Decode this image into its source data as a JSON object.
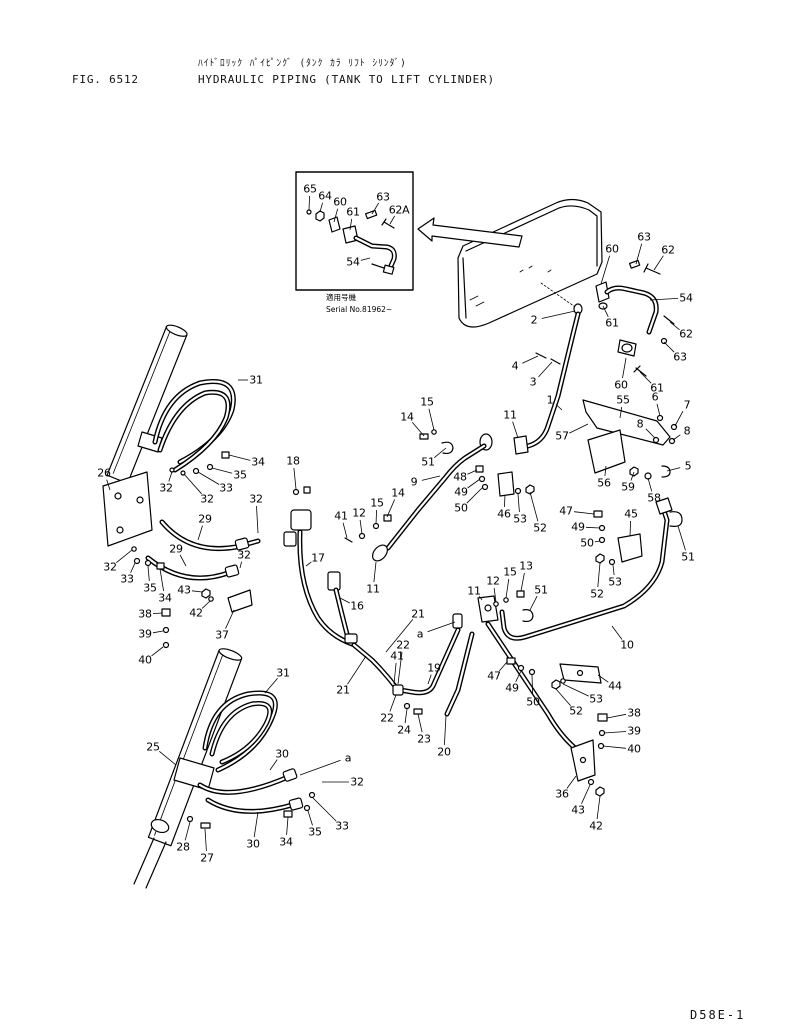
{
  "figure": {
    "title_jp": "ﾊｲﾄﾞﾛﾘｯｸ ﾊﾟｲﾋﾟﾝｸﾞ (ﾀﾝｸ ｶﾗ ﾘﾌﾄ ｼﾘﾝﾀﾞ)",
    "number": "FIG. 6512",
    "title_en": "HYDRAULIC PIPING (TANK TO LIFT CYLINDER)"
  },
  "inset": {
    "applicable_label": "適用号機",
    "serial": "Serial No.81962~"
  },
  "page_code": "D58E-1",
  "callouts": [
    "65",
    "64",
    "60",
    "61",
    "63",
    "62A",
    "54",
    "60",
    "63",
    "62",
    "54",
    "61",
    "62",
    "63",
    "60",
    "61",
    "2",
    "4",
    "3",
    "1",
    "6",
    "7",
    "55",
    "8",
    "8",
    "57",
    "5",
    "56",
    "59",
    "58",
    "11",
    "15",
    "14",
    "51",
    "48",
    "49",
    "50",
    "46",
    "53",
    "52",
    "9",
    "14",
    "15",
    "12",
    "41",
    "11",
    "18",
    "32",
    "47",
    "49",
    "45",
    "50",
    "51",
    "53",
    "52",
    "10",
    "13",
    "15",
    "12",
    "11",
    "51",
    "21",
    "a",
    "22",
    "41",
    "19",
    "47",
    "49",
    "50",
    "44",
    "53",
    "52",
    "21",
    "22",
    "24",
    "23",
    "20",
    "38",
    "39",
    "40",
    "36",
    "43",
    "42",
    "31",
    "34",
    "35",
    "33",
    "32",
    "32",
    "26",
    "29",
    "29",
    "32",
    "32",
    "33",
    "35",
    "34",
    "43",
    "42",
    "38",
    "39",
    "40",
    "37",
    "17",
    "16",
    "31",
    "25",
    "30",
    "a",
    "32",
    "33",
    "35",
    "34",
    "30",
    "28",
    "27"
  ]
}
